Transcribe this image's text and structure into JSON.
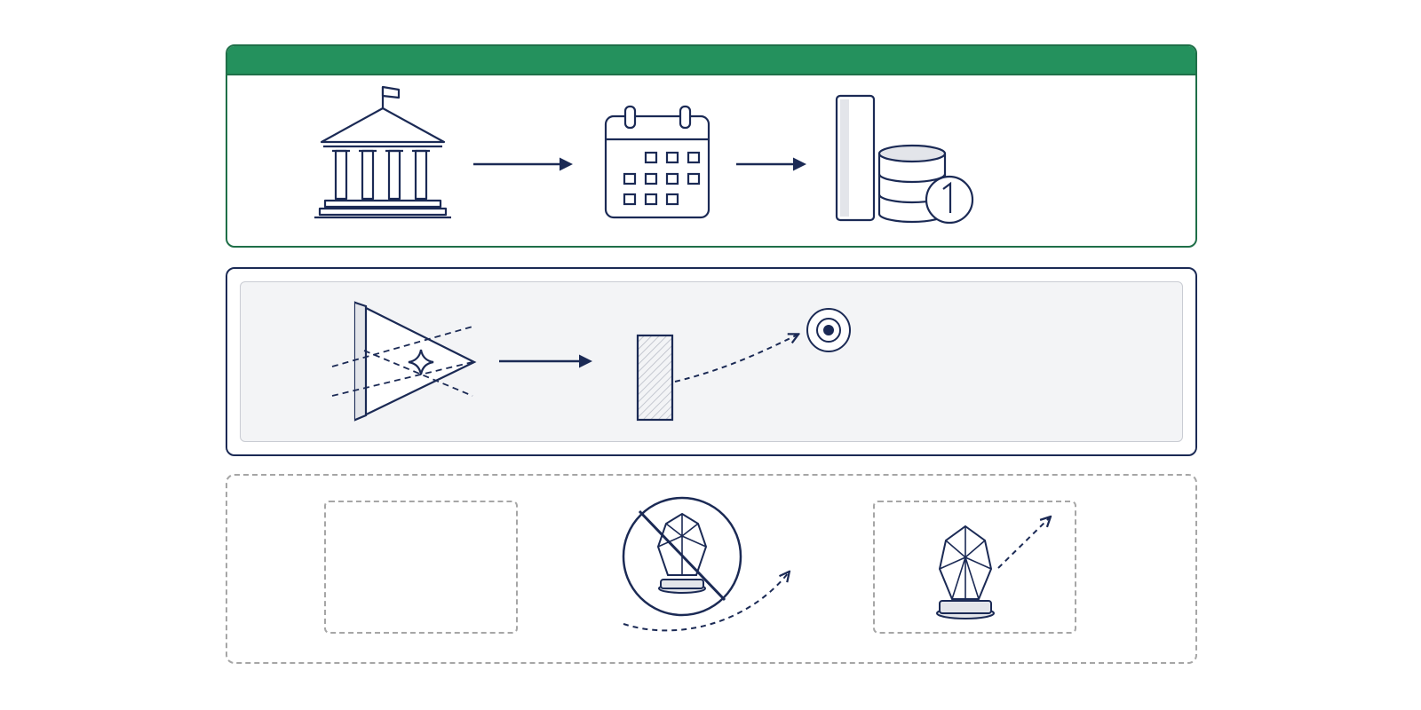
{
  "colors": {
    "navy": "#1b2a55",
    "green_header": "#24915d",
    "green_border": "#1f6f48",
    "panel_fill": "#f3f4f6",
    "dashed_gray": "#a6a6a6",
    "icon_fill_light": "#e3e5ea"
  },
  "panels": [
    {
      "id": "top",
      "style": "green-header",
      "steps": [
        "bank-building-icon",
        "arrow-right-icon",
        "calendar-icon",
        "arrow-right-icon",
        "bar-and-coin-stack-icon"
      ]
    },
    {
      "id": "middle",
      "style": "solid-navy",
      "steps": [
        "prism-light-icon",
        "arrow-right-icon",
        "hatched-bar-icon",
        "dashed-curve-arrow-icon",
        "target-icon"
      ]
    },
    {
      "id": "bottom",
      "style": "dashed-gray",
      "steps": [
        "empty-dashed-box",
        "no-crystal-icon",
        "dashed-curve-arrow-icon",
        "crystal-trophy-icon",
        "dashed-diagonal-arrow-icon"
      ]
    }
  ]
}
